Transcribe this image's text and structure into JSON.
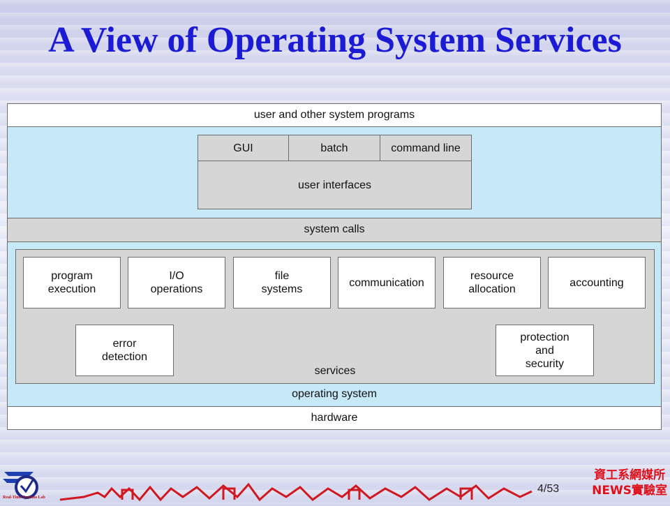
{
  "slide": {
    "title": "A View of Operating System Services",
    "page_current": "4",
    "page_total": "/53",
    "org_line1": "資工系網媒所",
    "org_line2": "NEWS實驗室",
    "logo_caption": "Real-Time Systems Lab"
  },
  "diagram": {
    "user_programs": "user and other system programs",
    "ui_options": [
      "GUI",
      "batch",
      "command line"
    ],
    "user_interfaces": "user interfaces",
    "system_calls": "system calls",
    "services_row1": [
      "program\nexecution",
      "I/O\noperations",
      "file\nsystems",
      "communication",
      "resource\nallocation",
      "accounting"
    ],
    "services_row2": [
      "error\ndetection",
      "protection\nand\nsecurity"
    ],
    "services_label": "services",
    "operating_system": "operating system",
    "hardware": "hardware"
  },
  "colors": {
    "title": "#1b1bd6",
    "os_band": "#c6e8f7",
    "gray_band": "#d6d6d6",
    "org_text": "#e0101a",
    "skyline": "#d01820"
  }
}
